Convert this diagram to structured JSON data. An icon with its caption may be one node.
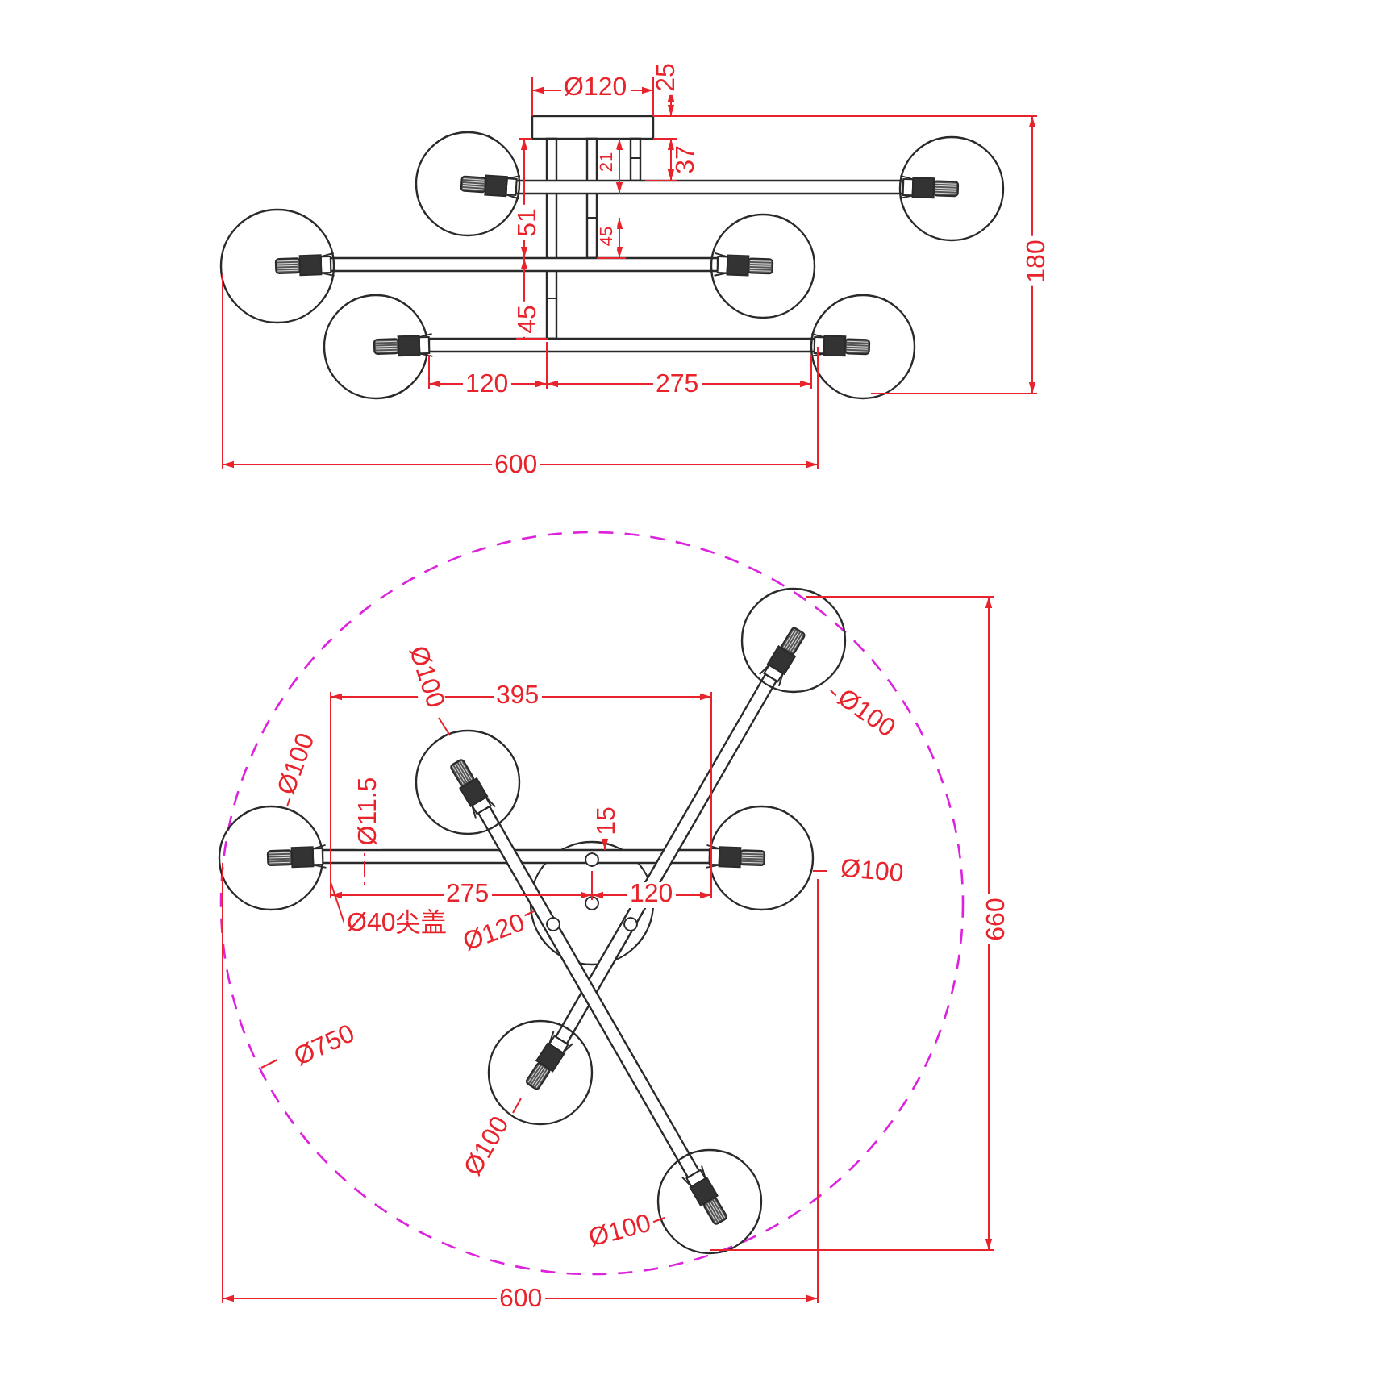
{
  "diagram": {
    "labels": [
      "Ø120",
      "25",
      "21",
      "37",
      "51",
      "45",
      "180",
      "45",
      "120",
      "275",
      "600",
      "Ø100",
      "395",
      "Ø100",
      "Ø100",
      "Ø11.5",
      "15",
      "Ø100",
      "275",
      "120",
      "Ø40尖盖",
      "Ø120",
      "660",
      "Ø750",
      "Ø100",
      "Ø100",
      "600"
    ]
  }
}
